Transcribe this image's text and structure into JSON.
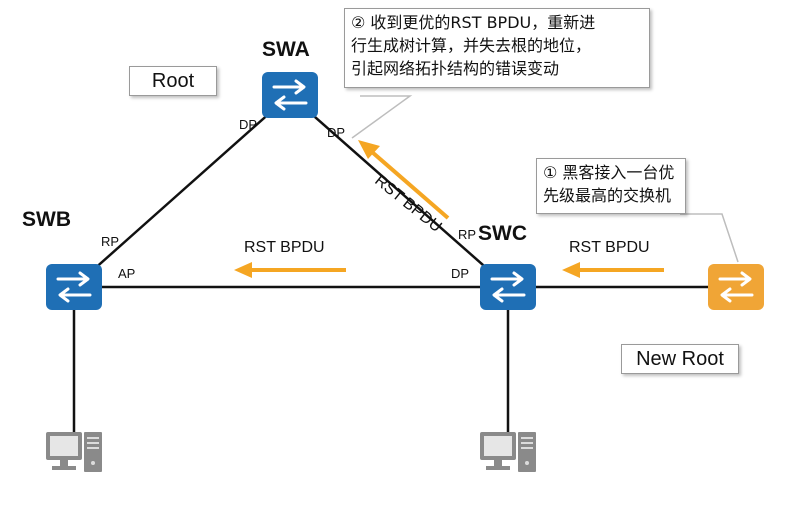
{
  "switches": {
    "swa": {
      "name": "SWA",
      "role_tag": "Root",
      "port_left": "DP",
      "port_right": "DP"
    },
    "swb": {
      "name": "SWB",
      "port_top": "RP",
      "port_right": "AP"
    },
    "swc": {
      "name": "SWC",
      "port_top": "RP",
      "port_left": "DP"
    },
    "rogue": {
      "role_tag": "New Root"
    }
  },
  "messages": {
    "swc_to_swa": "RST BPDU",
    "swc_to_swb": "RST BPDU",
    "rogue_to_swc": "RST BPDU"
  },
  "callouts": {
    "step1_lines": [
      "① 黑客接入一台优",
      "先级最高的交换机"
    ],
    "step2_lines": [
      "② 收到更优的RST BPDU，重新进",
      "行生成树计算，并失去根的地位，",
      "引起网络拓扑结构的错误变动"
    ]
  },
  "colors": {
    "switch_blue": "#1f6fb5",
    "rogue_orange": "#f0a536",
    "arrow_orange": "#f5a623",
    "link_black": "#111111"
  },
  "icons": [
    "switch-icon",
    "pc-icon"
  ]
}
